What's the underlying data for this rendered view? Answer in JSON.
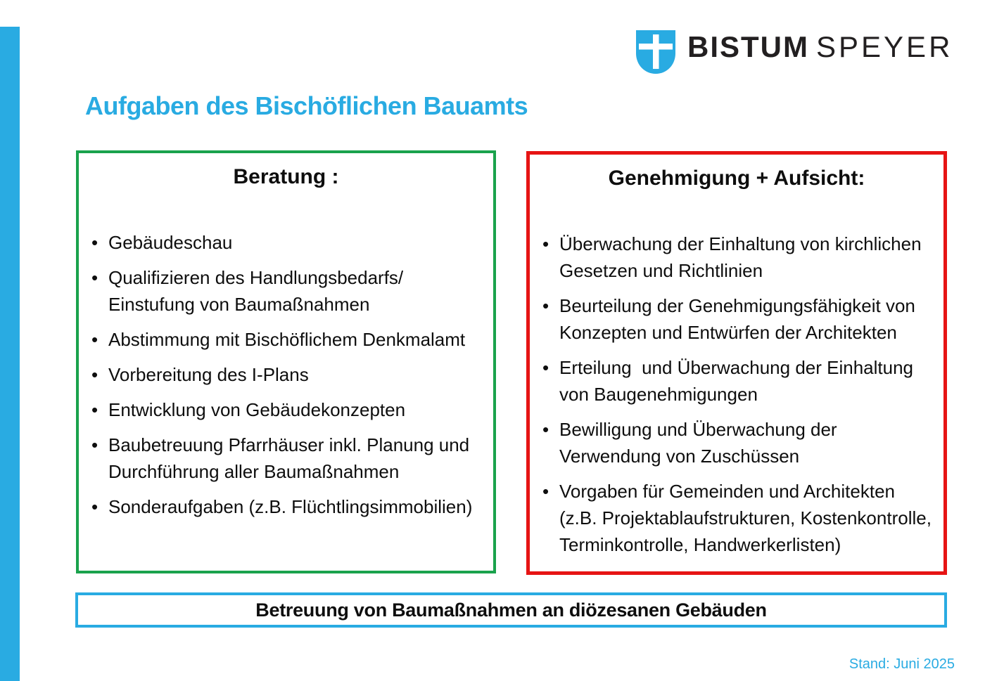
{
  "slide": {
    "title": "Aufgaben des Bischöflichen Bauamts",
    "footer_note": "Stand: Juni 2025"
  },
  "logo": {
    "bold": "BISTUM",
    "light": "SPEYER"
  },
  "ui": {
    "bullet_char": "•"
  },
  "beratung_box": {
    "title": "Beratung :",
    "items": [
      "Gebäudeschau",
      "Qualifizieren des Handlungsbedarfs/\nEinstufung von Baumaßnahmen",
      "Abstimmung mit Bischöflichem Denkmalamt",
      "Vorbereitung des I-Plans",
      "Entwicklung von Gebäudekonzepten",
      "Baubetreuung Pfarrhäuser inkl. Planung und\nDurchführung aller Baumaßnahmen",
      "Sonderaufgaben (z.B. Flüchtlingsimmobilien)"
    ]
  },
  "genehmigung_box": {
    "title": "Genehmigung + Aufsicht:",
    "items": [
      "Überwachung der Einhaltung von kirchlichen\nGesetzen und Richtlinien",
      "Beurteilung der Genehmigungsfähigkeit von\nKonzepten und Entwürfen der Architekten",
      "Erteilung  und Überwachung der Einhaltung\nvon Baugenehmigungen",
      "Bewilligung und Überwachung der\nVerwendung von Zuschüssen",
      "Vorgaben für Gemeinden und Architekten\n(z.B. Projektablaufstrukturen, Kostenkontrolle,\nTerminkontrolle, Handwerkerlisten)"
    ]
  },
  "banner": {
    "text": "Betreuung von Baumaßnahmen an diözesanen Gebäuden"
  },
  "colors": {
    "accent_blue": "#29ABE2",
    "box_green": "#1AA24C",
    "box_red": "#E61414",
    "text_black": "#0E0E0E"
  }
}
